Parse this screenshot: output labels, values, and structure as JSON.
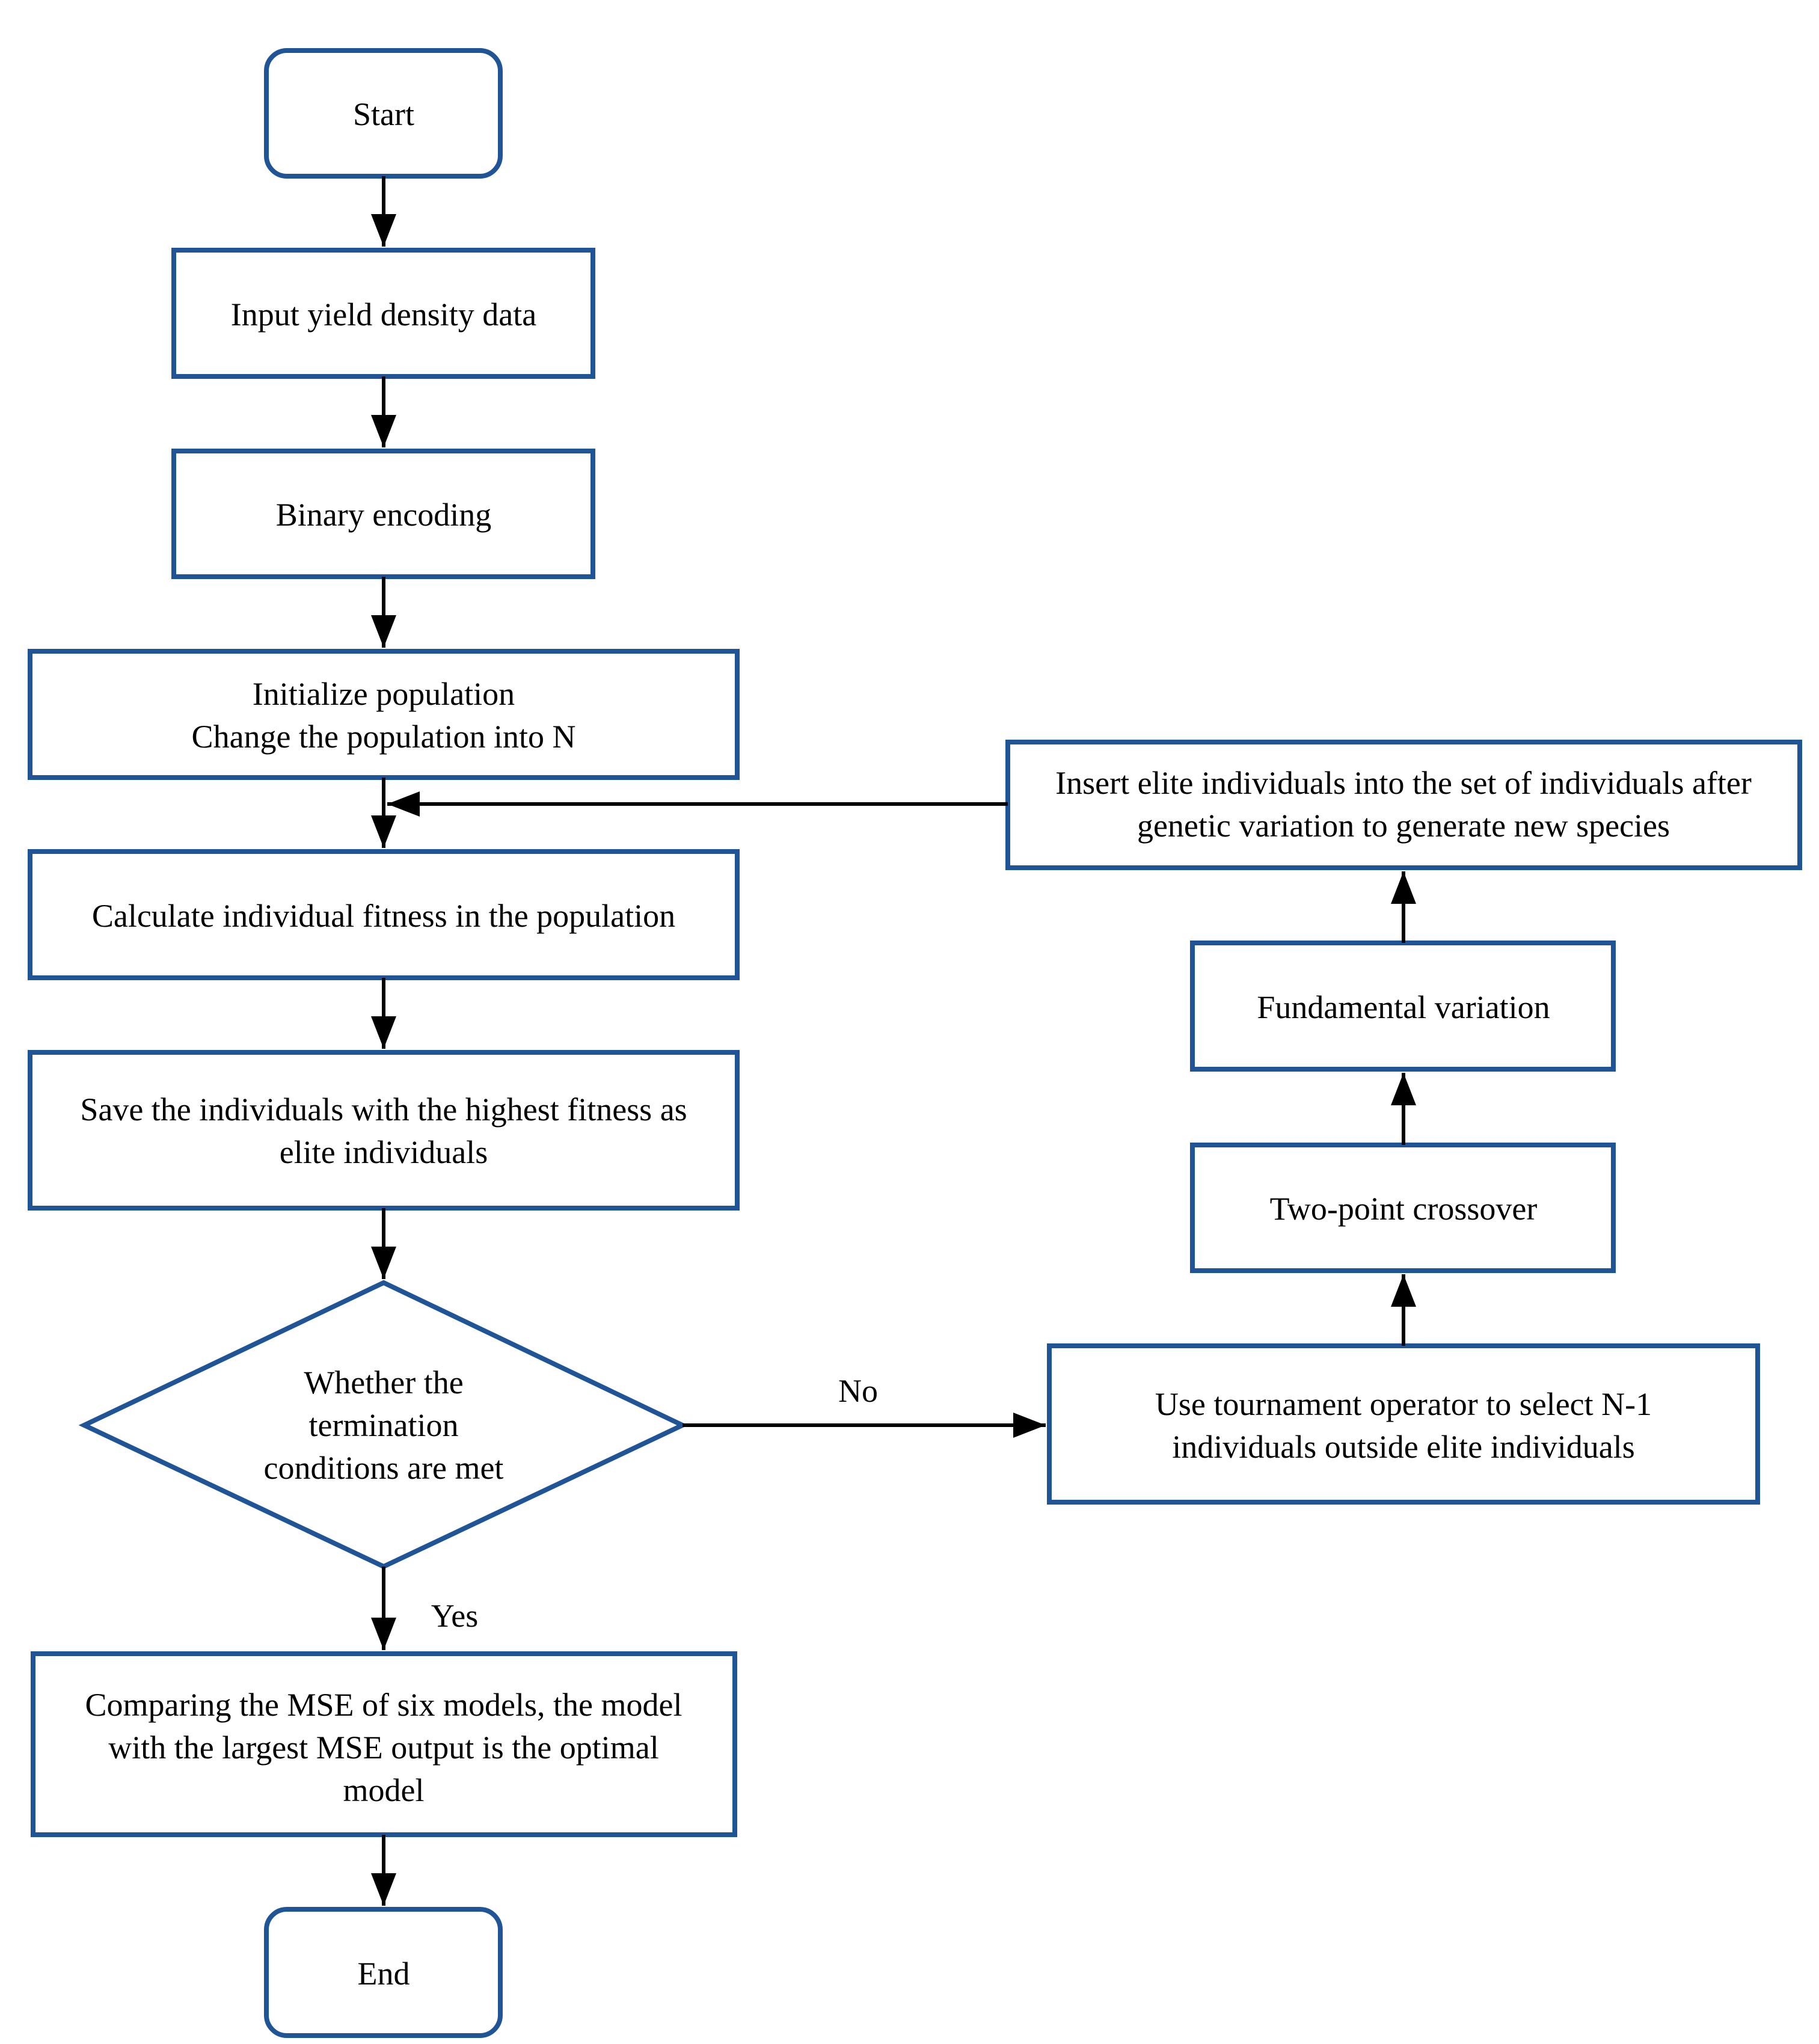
{
  "colors": {
    "node_border": "#1f5597",
    "arrow": "#000000",
    "text": "#000000",
    "background": "#ffffff"
  },
  "nodes": {
    "start": {
      "lines": [
        "Start"
      ]
    },
    "input": {
      "lines": [
        "Input yield density data"
      ]
    },
    "encode": {
      "lines": [
        "Binary encoding"
      ]
    },
    "init": {
      "lines": [
        "Initialize population",
        "Change the population into N"
      ]
    },
    "fitness": {
      "lines": [
        "Calculate individual fitness in the population"
      ]
    },
    "save_elite": {
      "lines": [
        "Save the individuals with the highest fitness as",
        "elite individuals"
      ]
    },
    "decision": {
      "lines": [
        "Whether the",
        "termination",
        "conditions are met"
      ]
    },
    "compare": {
      "lines": [
        "Comparing the MSE of six models, the model",
        "with the largest MSE output is the optimal",
        "model"
      ]
    },
    "end": {
      "lines": [
        "End"
      ]
    },
    "tournament": {
      "lines": [
        "Use tournament operator to select N-1",
        "individuals outside elite individuals"
      ]
    },
    "crossover": {
      "lines": [
        "Two-point crossover"
      ]
    },
    "variation": {
      "lines": [
        "Fundamental variation"
      ]
    },
    "insert_elite": {
      "lines": [
        "Insert elite individuals into the set of individuals after",
        "genetic variation to generate new species"
      ]
    }
  },
  "edge_labels": {
    "no": "No",
    "yes": "Yes"
  }
}
